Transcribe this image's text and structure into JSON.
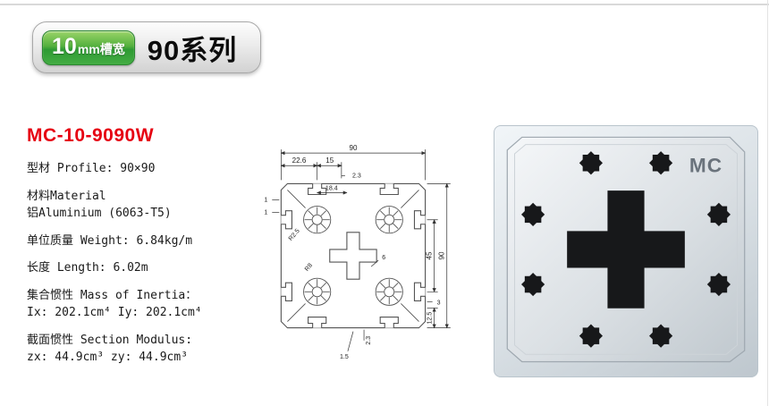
{
  "header": {
    "slot_number": "10",
    "slot_unit": "mm槽宽",
    "series": "90系列"
  },
  "product": {
    "model": "MC-10-9090W",
    "specs": {
      "profile": "型材 Profile: 90×90",
      "material_line1": "材料Material",
      "material_line2": "铝Aluminium (6063-T5)",
      "weight": "单位质量 Weight: 6.84kg/m",
      "length": "长度 Length: 6.02m",
      "inertia_label": "集合惯性 Mass of Inertia：",
      "inertia_values": "Ix: 202.1cm⁴  Iy: 202.1cm⁴",
      "modulus_label": "截面惯性 Section Modulus:",
      "modulus_values": "zx: 44.9cm³ zy: 44.9cm³"
    }
  },
  "drawing": {
    "dim_width_overall": "90",
    "dim_22_6": "22.6",
    "dim_15": "15",
    "dim_2_3_top": "2.3",
    "dim_18_4": "18.4",
    "dim_1_a": "1",
    "dim_1_b": "1",
    "radius_r2_5": "R2.5",
    "radius_r8": "R8",
    "dim_6": "6",
    "dim_45": "45",
    "dim_height_overall": "90",
    "dim_12_5": "12.5",
    "dim_3": "3",
    "dim_2_3_bottom": "2.3",
    "dim_1_5": "1.5"
  },
  "photo": {
    "logo": "MC"
  }
}
